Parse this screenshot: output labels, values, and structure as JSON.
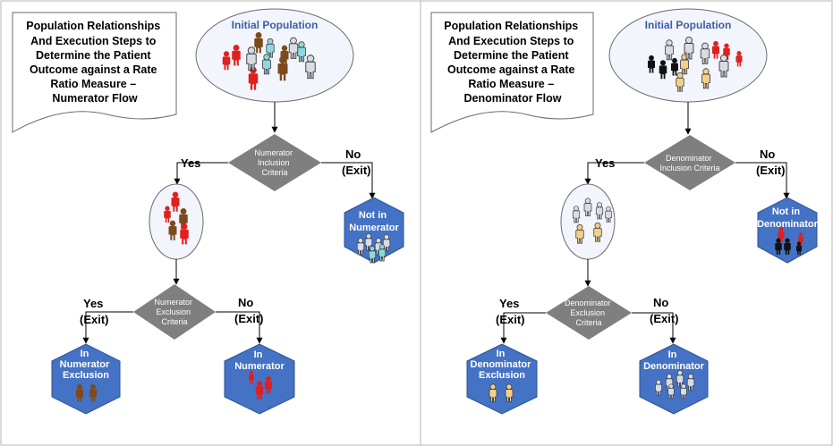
{
  "panels": [
    {
      "id": "numerator",
      "title_lines": [
        "Population Relationships",
        "And Execution Steps to",
        "Determine the Patient",
        "Outcome against a Rate",
        "Ratio Measure –",
        "Numerator Flow"
      ],
      "initial_population": "Initial Population",
      "criteria1_lines": [
        "Numerator",
        "Inclusion",
        "Criteria"
      ],
      "yes_label": "Yes",
      "no_label": "No",
      "exit_label": "(Exit)",
      "not_in_lines": [
        "Not in",
        "Numerator"
      ],
      "criteria2_lines": [
        "Numerator",
        "Exclusion",
        "Criteria"
      ],
      "result_exclusion_lines": [
        "In",
        "Numerator",
        "Exclusion"
      ],
      "result_in_lines": [
        "In",
        "Numerator"
      ]
    },
    {
      "id": "denominator",
      "title_lines": [
        "Population Relationships",
        "And Execution Steps to",
        "Determine the Patient",
        "Outcome against a Rate",
        "Ratio Measure –",
        "Denominator Flow"
      ],
      "initial_population": "Initial Population",
      "criteria1_lines": [
        "Denominator",
        "Inclusion Criteria"
      ],
      "yes_label": "Yes",
      "no_label": "No",
      "exit_label": "(Exit)",
      "not_in_lines": [
        "Not in",
        "Denominator"
      ],
      "criteria2_lines": [
        "Denominator",
        "Exclusion",
        "Criteria"
      ],
      "result_exclusion_lines": [
        "In",
        "Denominator",
        "Exclusion"
      ],
      "result_in_lines": [
        "In",
        "Denominator"
      ]
    }
  ],
  "colors": {
    "diamond": "#7f7f7f",
    "hexagon": "#4472c4",
    "ellipse": "#f2f5fb",
    "person_red": "#e02020",
    "person_brown": "#7b4a1e",
    "person_gray": "#d9dce3",
    "person_cyan": "#8fd8e0",
    "person_black": "#111111",
    "person_tan": "#f2d08a",
    "title_blue": "#3d5ea8"
  },
  "icons": {
    "person": "person-icon",
    "arrow": "arrow-down-icon"
  }
}
